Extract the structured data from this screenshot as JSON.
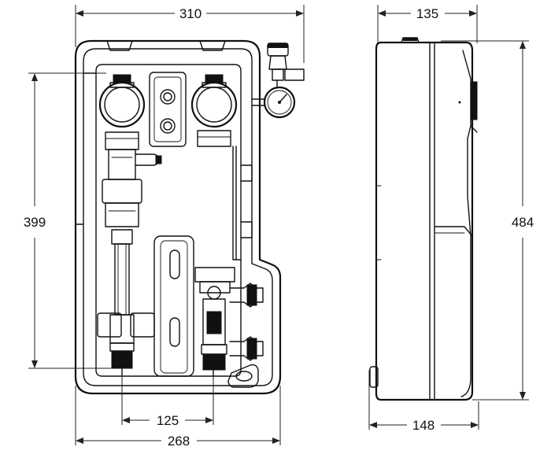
{
  "dimensions": {
    "front_width_top": "310",
    "front_height": "399",
    "front_width_bottom": "268",
    "pipe_spacing": "125",
    "side_depth_top": "135",
    "side_height": "484",
    "side_depth_bottom": "148"
  }
}
